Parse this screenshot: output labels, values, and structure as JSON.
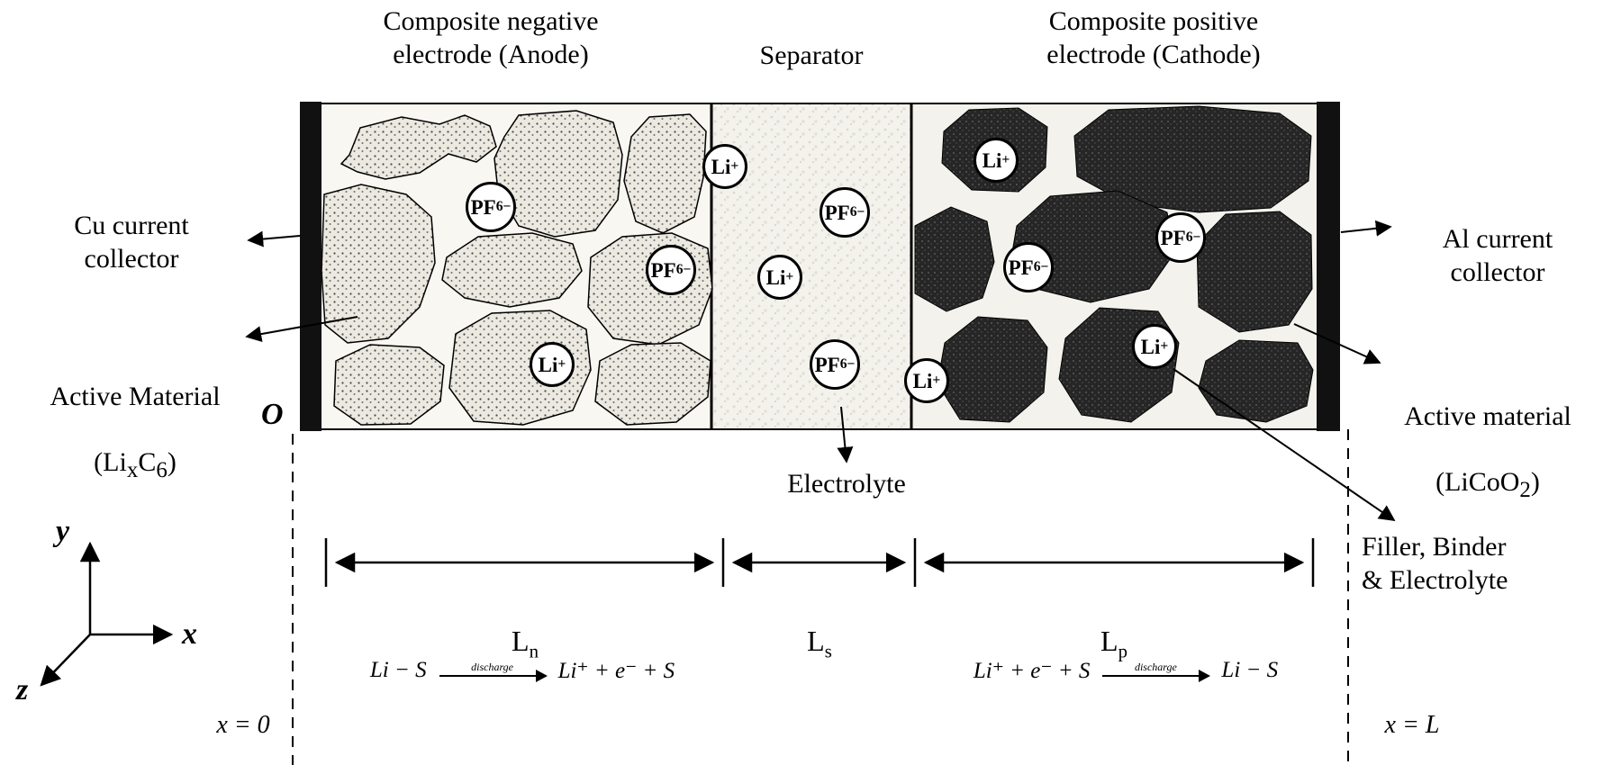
{
  "labels": {
    "anode_title": "Composite negative\nelectrode (Anode)",
    "separator_title": "Separator",
    "cathode_title": "Composite positive\nelectrode (Cathode)",
    "cu_collector": "Cu current\ncollector",
    "al_collector": "Al current\ncollector",
    "anode_active": {
      "line1": "Active Material",
      "l2a": "(Li",
      "l2sub1": "x",
      "l2b": "C",
      "l2sub2": "6",
      "l2c": ")"
    },
    "cathode_active": {
      "line1": "Active material",
      "l2a": "(LiCoO",
      "l2sub1": "2",
      "l2b": ")"
    },
    "filler": "Filler, Binder\n& Electrolyte",
    "electrolyte": "Electrolyte",
    "origin": "O",
    "x_zero": "x = 0",
    "x_L": "x = L"
  },
  "axes": {
    "x": "x",
    "y": "y",
    "z": "z"
  },
  "dimensions": {
    "ln": {
      "base": "L",
      "sub": "n"
    },
    "ls": {
      "base": "L",
      "sub": "s"
    },
    "lp": {
      "base": "L",
      "sub": "p"
    }
  },
  "ions": [
    {
      "base": "PF",
      "sub": "6",
      "sup": "−"
    },
    {
      "base": "PF",
      "sub": "6",
      "sup": "−"
    },
    {
      "base": "Li",
      "sub": "",
      "sup": "+"
    },
    {
      "base": "Li",
      "sub": "",
      "sup": "+"
    },
    {
      "base": "PF",
      "sub": "6",
      "sup": "−"
    },
    {
      "base": "Li",
      "sub": "",
      "sup": "+"
    },
    {
      "base": "PF",
      "sub": "6",
      "sup": "−"
    },
    {
      "base": "Li",
      "sub": "",
      "sup": "+"
    },
    {
      "base": "Li",
      "sub": "",
      "sup": "+"
    },
    {
      "base": "PF",
      "sub": "6",
      "sup": "−"
    },
    {
      "base": "PF",
      "sub": "6",
      "sup": "−"
    },
    {
      "base": "Li",
      "sub": "",
      "sup": "+"
    }
  ],
  "reactions": {
    "anode": {
      "lhs": "Li − S",
      "arrow_label": "discharge",
      "rhs": "Li⁺ + e⁻ + S"
    },
    "cathode": {
      "lhs": "Li⁺ + e⁻ + S",
      "arrow_label": "discharge",
      "rhs": "Li − S"
    }
  },
  "colors": {
    "current_collector": "#111111",
    "anode_particle": "#eae8df",
    "cathode_particle": "#2a2a2a",
    "separator_bg": "#f3f2ec"
  }
}
